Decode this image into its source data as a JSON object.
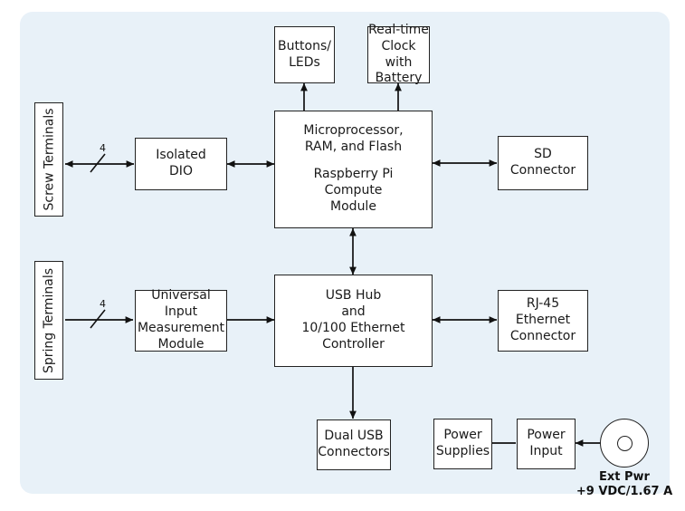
{
  "diagram": {
    "title": "Hardware block diagram",
    "background_color": "#e8f1f8",
    "block_fill": "#ffffff",
    "line_color": "#222222",
    "blocks": {
      "buttons_leds": {
        "line1": "Buttons/",
        "line2": "LEDs"
      },
      "rtc": {
        "line1": "Real-time",
        "line2": "Clock with",
        "line3": "Battery"
      },
      "screw_terminals": {
        "label": "Screw Terminals"
      },
      "spring_terminals": {
        "label": "Spring Terminals"
      },
      "isolated_dio": {
        "line1": "Isolated",
        "line2": "DIO"
      },
      "processor": {
        "line1": "Microprocessor,",
        "line2": "RAM, and Flash",
        "line3": "Raspberry Pi",
        "line4": "Compute",
        "line5": "Module"
      },
      "sd_connector": {
        "line1": "SD",
        "line2": "Connector"
      },
      "uim": {
        "line1": "Universal Input",
        "line2": "Measurement",
        "line3": "Module"
      },
      "usb_hub": {
        "line1": "USB Hub",
        "line2": "and",
        "line3": "10/100 Ethernet",
        "line4": "Controller"
      },
      "rj45": {
        "line1": "RJ-45",
        "line2": "Ethernet",
        "line3": "Connector"
      },
      "dual_usb": {
        "line1": "Dual USB",
        "line2": "Connectors"
      },
      "power_supplies": {
        "line1": "Power",
        "line2": "Supplies"
      },
      "power_input": {
        "line1": "Power",
        "line2": "Input"
      }
    },
    "labels": {
      "ext_pwr_name": "Ext Pwr",
      "ext_pwr_rating": "+9 VDC/1.67 A",
      "bus_width_dio": "4",
      "bus_width_uim": "4"
    }
  }
}
